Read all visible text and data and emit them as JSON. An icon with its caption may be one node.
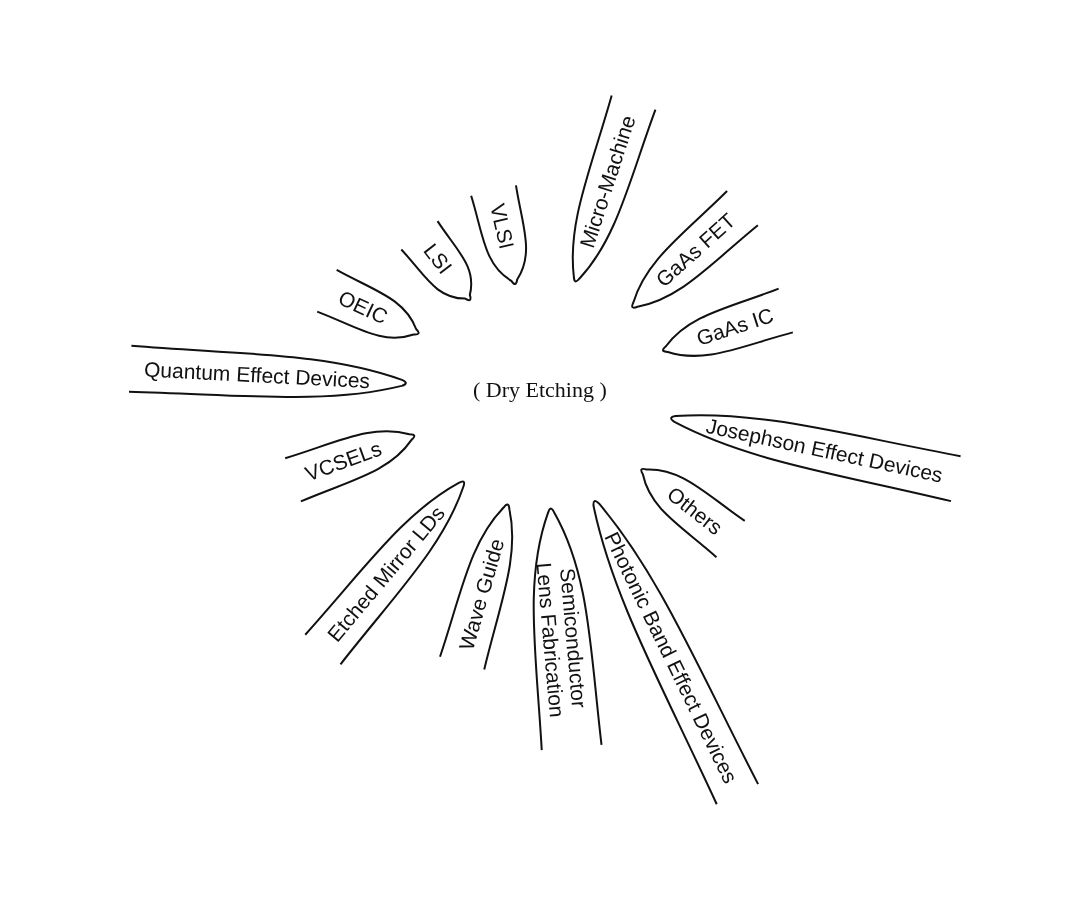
{
  "diagram": {
    "nodes": [
      {
        "text": [
          "( Dry Etching )"
        ]
      },
      {
        "text": [
          "LSI"
        ]
      },
      {
        "text": [
          "VLSI"
        ]
      },
      {
        "text": [
          "Micro-Machine"
        ]
      },
      {
        "text": [
          "GaAs FET"
        ]
      },
      {
        "text": [
          "GaAs IC"
        ]
      },
      {
        "text": [
          "Josephson Effect Devices"
        ]
      },
      {
        "text": [
          "Others"
        ]
      },
      {
        "text": [
          "Photonic Band Effect Devices"
        ]
      },
      {
        "text": [
          "Semiconductor Lens Fabrication"
        ]
      },
      {
        "text": [
          "Wave Guide"
        ]
      },
      {
        "text": [
          "Etched Mirror LDs"
        ]
      },
      {
        "text": [
          "VCSELs"
        ]
      },
      {
        "text": [
          "Quantum Effect Devices"
        ]
      },
      {
        "text": [
          "OEIC"
        ]
      }
    ],
    "edges": []
  }
}
